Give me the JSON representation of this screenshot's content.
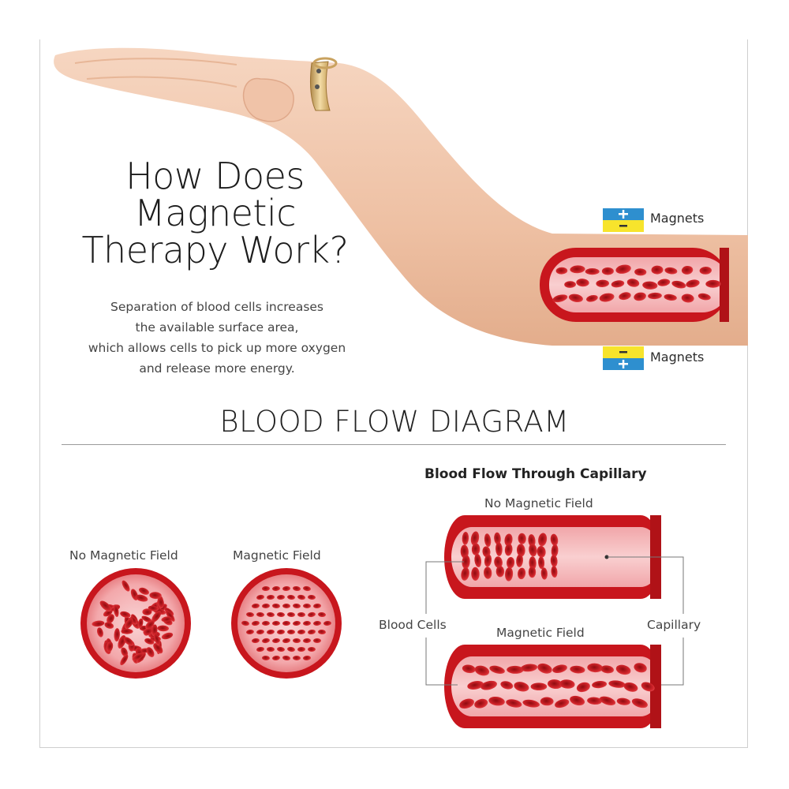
{
  "heading": {
    "lines": [
      "How Does",
      "Magnetic",
      "Therapy Work?"
    ]
  },
  "description": {
    "lines": [
      "Separation of blood cells increases",
      "the available surface area,",
      "which allows cells to pick up more oxygen",
      "and release more energy."
    ]
  },
  "magnets": {
    "top": {
      "label": "Magnets",
      "upper_sign": "+",
      "lower_sign": "-"
    },
    "bottom": {
      "label": "Magnets",
      "upper_sign": "-",
      "lower_sign": "+"
    }
  },
  "blood_flow": {
    "section_title": "BLOOD FLOW DIAGRAM",
    "cross_sections": {
      "left_label": "No Magnetic Field",
      "right_label": "Magnetic Field"
    },
    "capillary": {
      "heading": "Blood Flow Through Capillary",
      "top_label": "No Magnetic Field",
      "bottom_label": "Magnetic Field",
      "blood_cells_label": "Blood Cells",
      "capillary_label": "Capillary"
    }
  },
  "colors": {
    "blood_red": "#c8161d",
    "vessel_pink": "#f4b6b9",
    "magnet_blue": "#2e8fcf",
    "magnet_yellow": "#f7e42c",
    "skin": "#f0c9ad"
  }
}
